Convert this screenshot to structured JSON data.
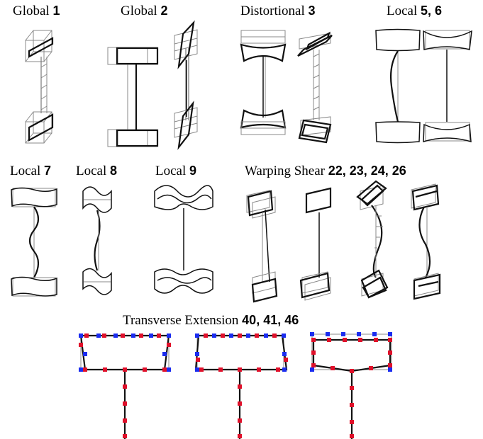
{
  "labels": {
    "global1": {
      "text": "Global",
      "num": "1"
    },
    "global2": {
      "text": "Global",
      "num": "2"
    },
    "distortional3": {
      "text": "Distortional",
      "num": "3"
    },
    "local56": {
      "text": "Local",
      "num": "5, 6"
    },
    "local7": {
      "text": "Local",
      "num": "7"
    },
    "local8": {
      "text": "Local",
      "num": "8"
    },
    "local9": {
      "text": "Local",
      "num": "9"
    },
    "warping": {
      "text": "Warping Shear",
      "num": "22, 23, 24, 26"
    },
    "transverse": {
      "text": "Transverse Extension",
      "num": "40, 41, 46"
    }
  },
  "colors": {
    "deformed_line": "#111111",
    "reference_line": "#888888",
    "node_red": "#e0102a",
    "node_blue": "#1a2cf0"
  }
}
